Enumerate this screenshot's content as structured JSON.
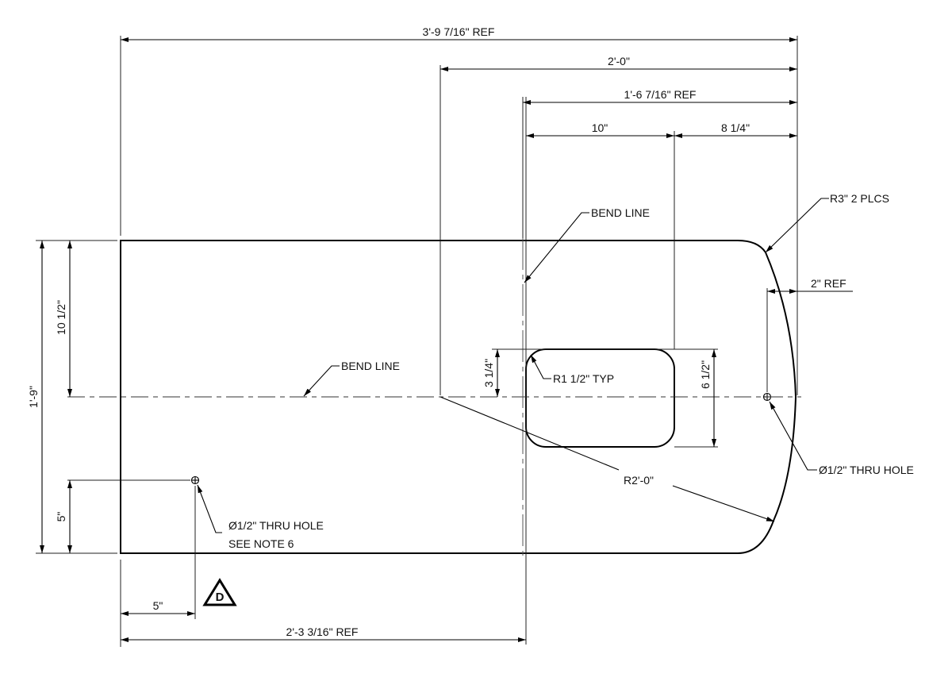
{
  "drawing": {
    "title": "Flat pattern sheet metal part drawing",
    "line_color": "#000000",
    "background": "#ffffff"
  },
  "dimensions": {
    "overall_length": "3'-9 7/16\" REF",
    "bend_to_end": "2'-0\"",
    "second_bend_to_end": "1'-6 7/16\" REF",
    "cutout_width": "10\"",
    "cutout_to_end": "8 1/4\"",
    "overall_height": "1'-9\"",
    "top_to_centerline": "10 1/2\"",
    "hole_from_bottom": "5\"",
    "hole_from_left": "5\"",
    "left_to_bend": "2'-3 3/16\" REF",
    "cutout_half_height": "3 1/4\"",
    "cutout_height": "6 1/2\"",
    "end_hole_offset": "2\" REF"
  },
  "callouts": {
    "corner_radius": "R3\" 2 PLCS",
    "bend_line_vertical": "BEND LINE",
    "bend_line_horizontal": "BEND LINE",
    "cutout_radius": "R1 1/2\" TYP",
    "end_arc_radius": "R2'-0\"",
    "end_hole": "Ø1/2\" THRU HOLE",
    "corner_hole_line1": "Ø1/2\" THRU HOLE",
    "corner_hole_line2": "SEE NOTE 6"
  },
  "revision_marker": {
    "letter": "D",
    "icon": "revision-triangle-icon"
  }
}
